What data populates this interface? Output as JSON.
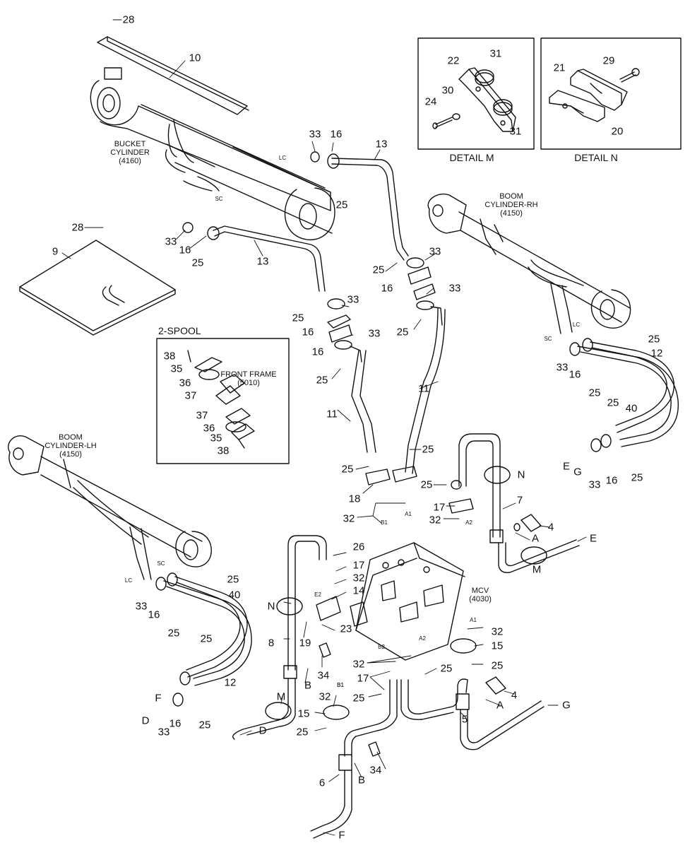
{
  "details": {
    "detail_m": "DETAIL M",
    "detail_n": "DETAIL N",
    "two_spool": "2-SPOOL"
  },
  "labels": {
    "bucket_cylinder": "BUCKET\nCYLINDER\n(4160)",
    "boom_rh": "BOOM\nCYLINDER-RH\n(4150)",
    "boom_lh": "BOOM\nCYLINDER-LH\n(4150)",
    "front_frame": "FRONT FRAME\n(5010)",
    "mcv": "MCV\n(4030)"
  },
  "ports": {
    "lc": "LC",
    "sc": "SC",
    "a1": "A1",
    "a2": "A2",
    "b1": "B1",
    "b2": "B2"
  },
  "callouts": [
    "28",
    "10",
    "33",
    "16",
    "13",
    "25",
    "28",
    "9",
    "33",
    "16",
    "25",
    "13",
    "25",
    "33",
    "16",
    "33",
    "25",
    "25",
    "33",
    "16",
    "33",
    "16",
    "25",
    "11",
    "11",
    "25",
    "25",
    "18",
    "25",
    "17",
    "32",
    "32",
    "22",
    "31",
    "24",
    "30",
    "31",
    "21",
    "29",
    "20",
    "38",
    "35",
    "36",
    "37",
    "37",
    "36",
    "35",
    "38",
    "25",
    "12",
    "33",
    "16",
    "25",
    "25",
    "40",
    "E",
    "G",
    "33",
    "16",
    "25",
    "N",
    "7",
    "A",
    "4",
    "E",
    "M",
    "26",
    "17",
    "32",
    "14",
    "E2",
    "23",
    "19",
    "34",
    "B",
    "8",
    "N",
    "32",
    "15",
    "25",
    "32",
    "17",
    "25",
    "25",
    "32",
    "B1",
    "15",
    "25",
    "A",
    "4",
    "5",
    "G",
    "M",
    "D",
    "34",
    "B",
    "6",
    "F",
    "25",
    "40",
    "33",
    "16",
    "25",
    "25",
    "12",
    "F",
    "D",
    "33",
    "16",
    "25"
  ]
}
